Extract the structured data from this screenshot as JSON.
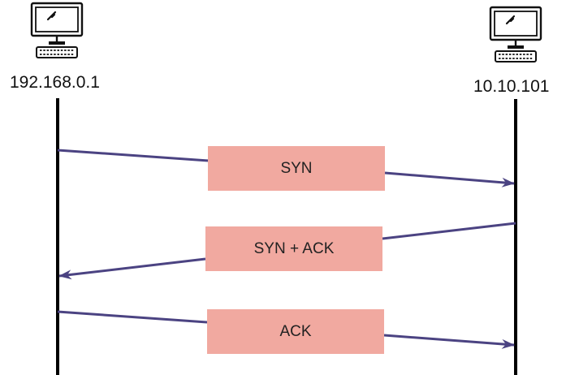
{
  "hosts": {
    "left": {
      "name": "192.168.0.1",
      "icon": "computer-icon"
    },
    "right": {
      "name": "10.10.101",
      "icon": "computer-icon"
    }
  },
  "messages": [
    {
      "label": "SYN",
      "direction": "left-to-right"
    },
    {
      "label": "SYN + ACK",
      "direction": "right-to-left"
    },
    {
      "label": "ACK",
      "direction": "left-to-right"
    }
  ],
  "colors": {
    "arrow": "#4b4382",
    "box_fill": "#f1a9a0",
    "lifeline": "#000000",
    "icon_stroke": "#111111"
  }
}
